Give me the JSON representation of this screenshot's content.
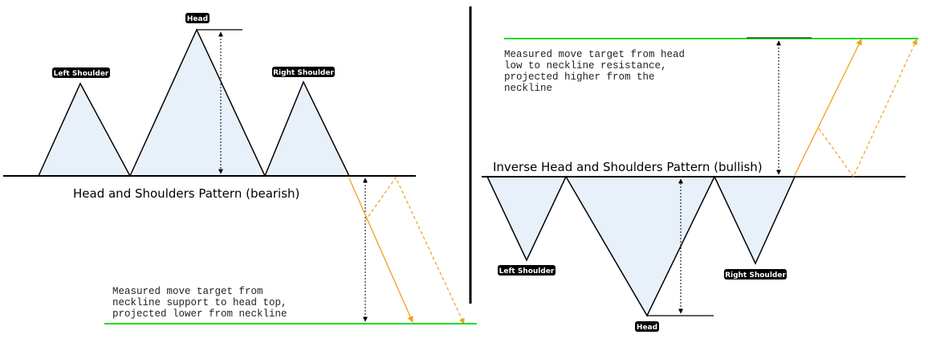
{
  "colors": {
    "pattern_fill": "#e8f0fa",
    "target_line": "#22dd22",
    "projection": "#f0a020",
    "line": "#000000",
    "tag_bg": "#000000"
  },
  "bearish": {
    "title": "Head and Shoulders Pattern (bearish)",
    "left_shoulder": "Left Shoulder",
    "head": "Head",
    "right_shoulder": "Right Shoulder",
    "note": [
      "Measured move target from",
      "neckline support to head top,",
      "projected lower from neckline"
    ]
  },
  "bullish": {
    "title": "Inverse Head and Shoulders Pattern (bullish)",
    "left_shoulder": "Left Shoulder",
    "head": "Head",
    "right_shoulder": "Right Shoulder",
    "note": [
      "Measured move target from head",
      "low to neckline resistance,",
      "projected higher from the",
      "neckline"
    ]
  }
}
